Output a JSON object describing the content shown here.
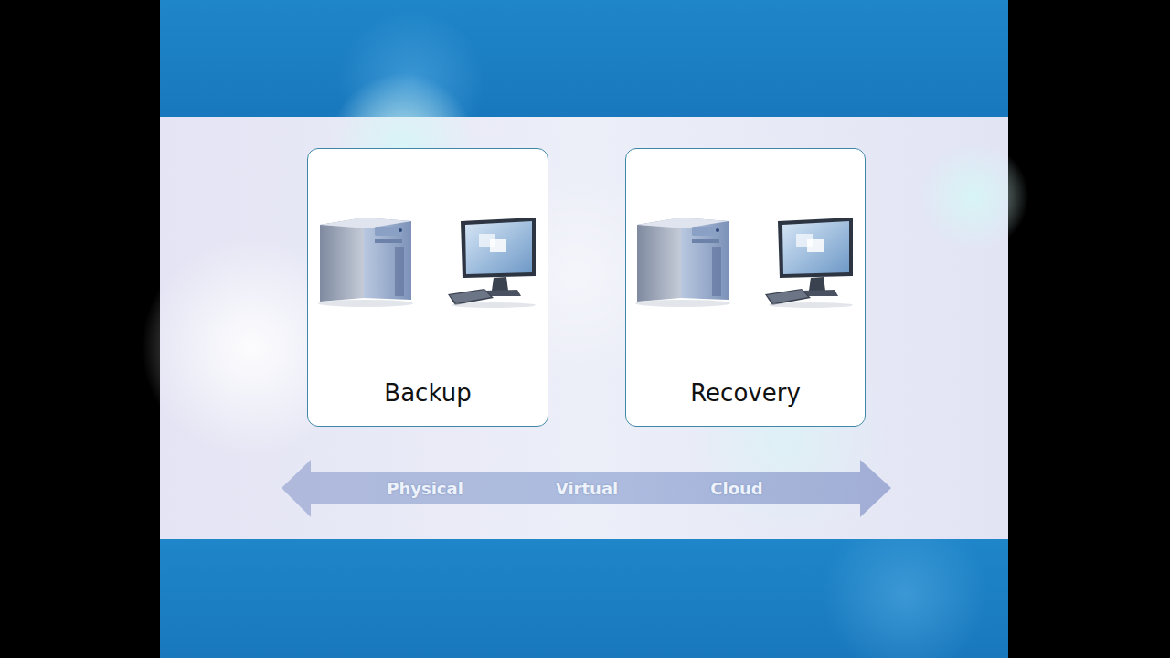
{
  "diagram": {
    "nodes": [
      {
        "text": [
          "Backup"
        ]
      },
      {
        "text": [
          "Recovery"
        ]
      }
    ],
    "labels": [
      "Physical",
      "Virtual",
      "Cloud"
    ]
  }
}
